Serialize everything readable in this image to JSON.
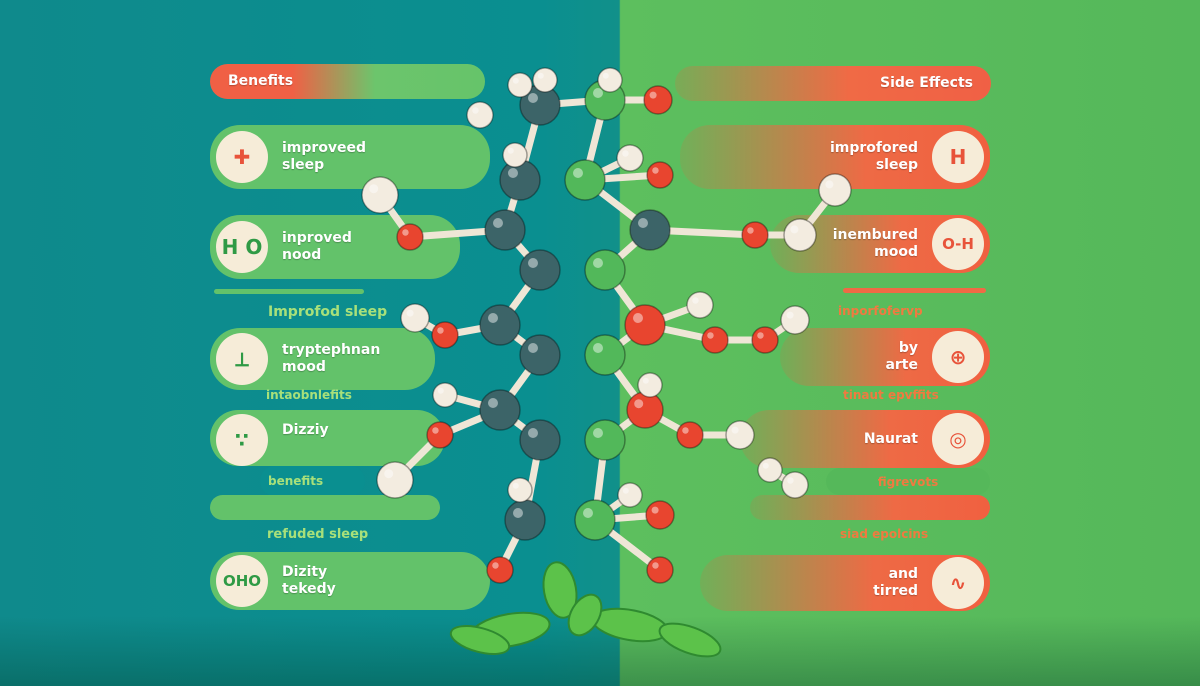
{
  "benefits": {
    "header": "Benefits",
    "items": [
      {
        "text": "improveed\nsleep",
        "icon": "plus-cross-icon",
        "glyph": "✚"
      },
      {
        "text": "inproved\nnood",
        "icon": "molecule-hoo-icon",
        "glyph": "H O"
      },
      {
        "text": "tryptephnan\nmood",
        "icon": "molecule-branch-icon",
        "glyph": "⟂"
      },
      {
        "text": "Dizziy",
        "icon": "molecule-nodes-icon",
        "glyph": "∵"
      },
      {
        "text": "Dizity\ntekedy",
        "icon": "molecule-ohh-icon",
        "glyph": "OHO"
      }
    ],
    "labels": [
      "Improfod sleep",
      "intaobnlefits",
      "benefits",
      "refuded sleep"
    ]
  },
  "side_effects": {
    "header": "Side Effects",
    "items": [
      {
        "text": "improfored\nsleep",
        "icon": "molecule-h-icon",
        "glyph": "H"
      },
      {
        "text": "inembured\nmood",
        "icon": "molecule-oh-icon",
        "glyph": "O-H"
      },
      {
        "text": "by\narte",
        "icon": "molecule-ring-icon",
        "glyph": "⊕"
      },
      {
        "text": "Naurat",
        "icon": "concentric-circles-icon",
        "glyph": "◎"
      },
      {
        "text": "and\ntirred",
        "icon": "heartbeat-icon",
        "glyph": "∿"
      }
    ],
    "labels": [
      "inporfofervp",
      "tinaut epvffits",
      "figrevots",
      "siad epolcins"
    ]
  },
  "colors": {
    "teal": "#0a8f90",
    "green": "#5dbf5e",
    "orange": "#f06045",
    "cream": "#f6ecd8",
    "atom_dark": "#3c6468",
    "atom_red": "#e8452f"
  }
}
